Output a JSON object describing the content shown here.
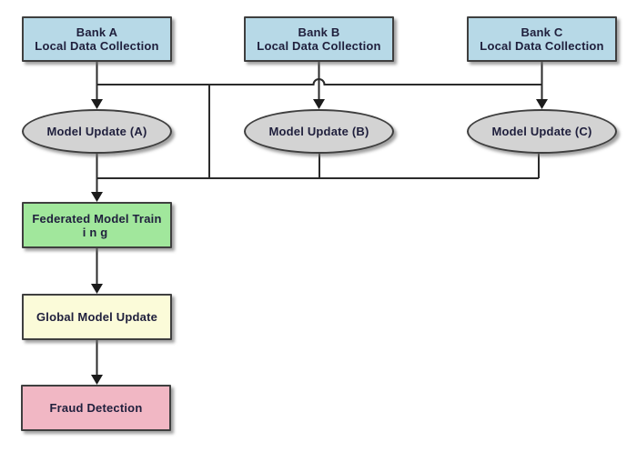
{
  "diagram": {
    "nodes": {
      "bank_a": {
        "shape": "rect",
        "lines": [
          "Bank A",
          "Local Data Collection"
        ]
      },
      "bank_b": {
        "shape": "rect",
        "lines": [
          "Bank B",
          "Local Data Collection"
        ]
      },
      "bank_c": {
        "shape": "rect",
        "lines": [
          "Bank C",
          "Local Data Collection"
        ]
      },
      "model_update_a": {
        "shape": "ellipse",
        "lines": [
          "Model Update (A)"
        ]
      },
      "model_update_b": {
        "shape": "ellipse",
        "lines": [
          "Model Update (B)"
        ]
      },
      "model_update_c": {
        "shape": "ellipse",
        "lines": [
          "Model Update (C)"
        ]
      },
      "federated_training": {
        "shape": "rect",
        "lines": [
          "Federated Model Train",
          "ing"
        ]
      },
      "global_update": {
        "shape": "rect",
        "lines": [
          "Global Model Update"
        ]
      },
      "fraud_detection": {
        "shape": "rect",
        "lines": [
          "Fraud Detection"
        ]
      }
    },
    "edges": [
      {
        "from": "bank_a",
        "to": "model_update_a"
      },
      {
        "from": "bank_b",
        "to": "model_update_b"
      },
      {
        "from": "bank_c",
        "to": "model_update_c"
      },
      {
        "from": "bank_a",
        "to": "federated_training"
      },
      {
        "from": "bank_b",
        "to": "federated_training"
      },
      {
        "from": "bank_c",
        "to": "federated_training"
      },
      {
        "from": "model_update_a",
        "to": "federated_training"
      },
      {
        "from": "model_update_b",
        "to": "federated_training"
      },
      {
        "from": "model_update_c",
        "to": "federated_training"
      },
      {
        "from": "federated_training",
        "to": "global_update"
      },
      {
        "from": "global_update",
        "to": "fraud_detection"
      }
    ],
    "colors": {
      "bank_fill": "#b7d9e7",
      "ellipse_fill": "#d3d3d3",
      "federated_fill": "#a1e79c",
      "global_fill": "#fbfbd9",
      "fraud_fill": "#f1b7c4",
      "node_border": "#3f3f3f",
      "label_text": "#20203d",
      "connector": "#2b2b2b",
      "background": "#ffffff"
    }
  }
}
